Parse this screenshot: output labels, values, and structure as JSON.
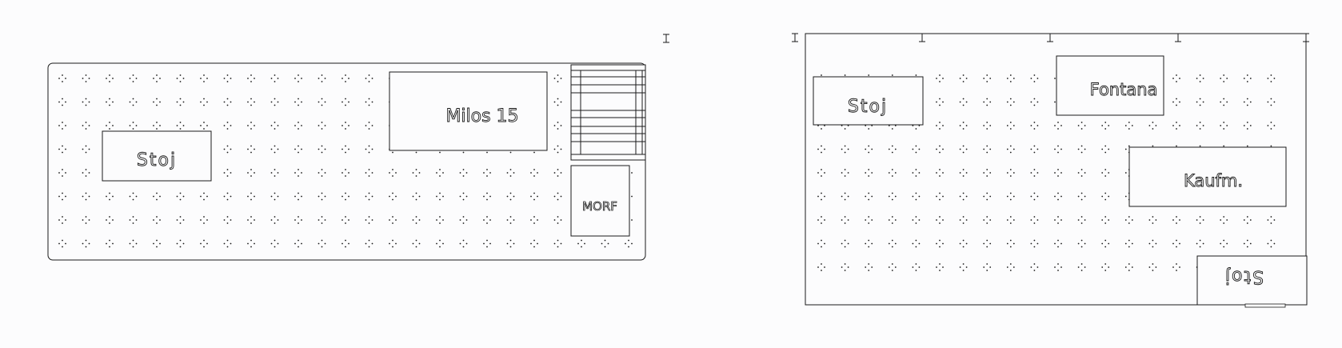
{
  "colors": {
    "background": "#fcfcfd",
    "line": "#1a1a1a"
  },
  "left_panel": {
    "labels": {
      "milos": "Milos 15",
      "stoj": "Stoj",
      "morf": "MORF"
    }
  },
  "right_panel": {
    "labels": {
      "stoj": "Stoj",
      "fontana": "Fontana",
      "kaufm": "Kaufm.",
      "stoj_rotated": "Stoj"
    }
  }
}
